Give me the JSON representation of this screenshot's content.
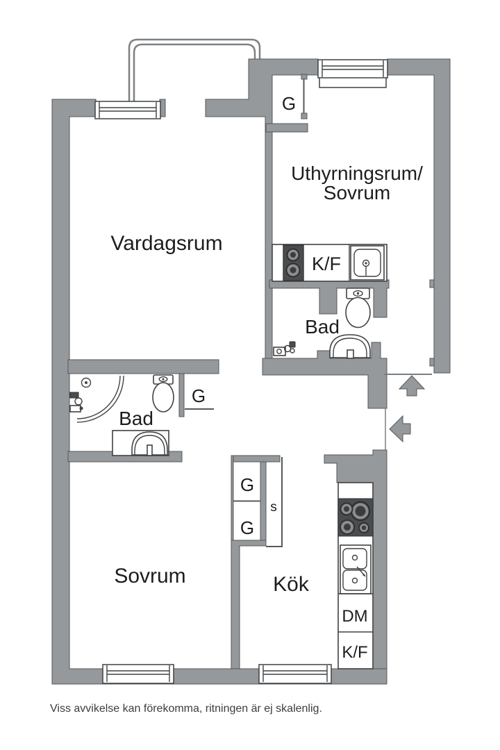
{
  "plan": {
    "title": "floor-plan",
    "rooms": {
      "vardagsrum": "Vardagsrum",
      "uthyrningsrum_line1": "Uthyrningsrum/",
      "uthyrningsrum_line2": "Sovrum",
      "bad_upper": "Bad",
      "bad_left": "Bad",
      "sovrum": "Sovrum",
      "kok": "Kök"
    },
    "closets": {
      "g_rental": "G",
      "g_bath": "G",
      "g_hall_top": "G",
      "g_hall_bottom": "G",
      "s_hall": "s"
    },
    "appliances": {
      "kf_rental": "K/F",
      "dm_kitchen": "DM",
      "kf_kitchen": "K/F"
    },
    "icons": {
      "entry_arrow_up": "triangle-arrow-up",
      "entry_arrow_left": "triangle-arrow-left",
      "stove_rental": "two-burner-hob",
      "stove_kitchen": "four-burner-hob",
      "sink_rental": "single-bowl-sink",
      "sink_kitchen": "double-bowl-sink",
      "toilet": "wc-toilet",
      "shower": "corner-shower",
      "washbasin": "half-round-basin",
      "window": "double-line-window",
      "balcony": "rounded-open-outline"
    },
    "disclaimer": "Viss avvikelse kan förekomma, ritningen är ej skalenlig.",
    "colors": {
      "wall": "#96999b",
      "wall_outline": "#54575a",
      "fixture_line": "#3f4143",
      "stove_dark": "#4a4c4e",
      "text": "#1d1d1f",
      "background": "#ffffff"
    }
  }
}
